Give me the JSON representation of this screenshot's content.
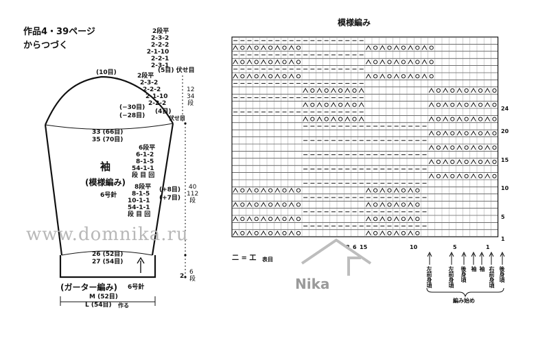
{
  "header": {
    "line1": "作品4・39ページ",
    "line2": "からつづく"
  },
  "cap_shaping": {
    "top_group": [
      "2段平",
      "2-3-2",
      "2-2-2",
      "2-1-10",
      "2-2-1",
      "2-3-1"
    ],
    "bind_off": "(5目) 伏せ目",
    "bottom_group": [
      "2段平",
      "2-3-2",
      "2-2-2",
      "2-1-10",
      "2-2-2"
    ],
    "bind_off2_count": "(4目)",
    "bind_off2_label": "伏せ目",
    "rows_label": [
      "12",
      "34",
      "段"
    ]
  },
  "sleeve": {
    "top_width": "(10目)",
    "dec_m": "(−30目)",
    "dec_l": "(−28目)",
    "upper_w1": "33 (66目)",
    "upper_w2": "35 (70目)",
    "title": "袖",
    "pattern": "(模様編み)",
    "needle": "6号針",
    "inc1": [
      "6段平",
      "6-1-2",
      "8-1-5",
      "54-1-1",
      "段 目 回"
    ],
    "inc2": [
      "8段平",
      "8-1-5",
      "10-1-1",
      "54-1-1",
      "段 目 回"
    ],
    "inc_m": "(+8目)",
    "inc_l": "(+7目)",
    "length_label": [
      "40",
      "112",
      "段"
    ],
    "lower_w1": "26 (52目)",
    "lower_w2": "27 (54目)",
    "cuff_rows": "2",
    "cuff_rows_label": [
      "6",
      "段"
    ],
    "cuff_pattern": "(ガーター編み)",
    "cuff_needle": "6号針",
    "cast_m": "M (52目)",
    "cast_l": "L (54目)",
    "cast_label": "作る"
  },
  "chart": {
    "title": "模様編み",
    "row_labels": [
      "1",
      "5",
      "10",
      "15",
      "20",
      "24"
    ],
    "col_labels": [
      "15",
      "10",
      "5",
      "1"
    ],
    "col_labels_left": [
      "8",
      "6"
    ],
    "legend_symbol": "二 = 工",
    "legend_label": "表目",
    "arrows": [
      "左前身頃",
      "左前身頃",
      "後身頃",
      "袖",
      "袖",
      "右前身頃",
      "後身頃"
    ],
    "start_label": "編み始め"
  },
  "watermark": "www.domnika.ru",
  "logo": "Nika"
}
